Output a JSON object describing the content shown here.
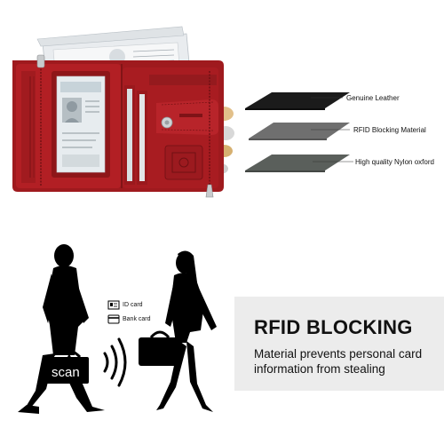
{
  "layers": {
    "genuine_leather": "Genuine Leather",
    "rfid_material": "RFID Blocking Material",
    "nylon_oxford": "High quality Nylon oxford"
  },
  "legend": {
    "id_card": "ID card",
    "bank_card": "Bank card"
  },
  "scan_label": "scan",
  "info": {
    "title": "RFID BLOCKING",
    "description": "Material prevents personal card information from stealing"
  },
  "colors": {
    "wallet_red": "#b01e22",
    "leather_black": "#1b1b1b",
    "rfid_gray": "#6f6f6f",
    "nylon_gray": "#5a5f5b",
    "panel_bg": "#ececec",
    "scan_bg": "#000000"
  }
}
